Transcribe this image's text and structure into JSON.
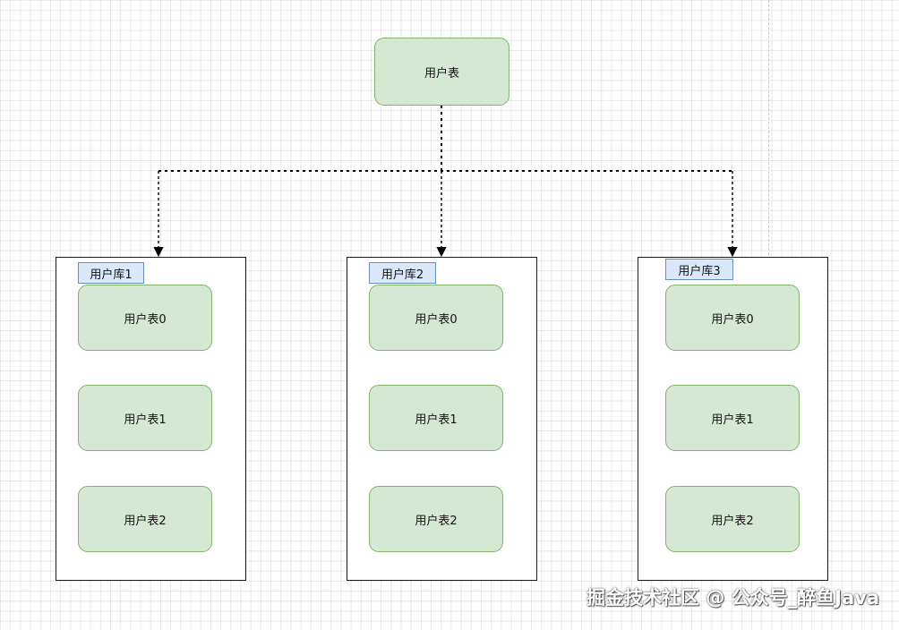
{
  "top_table": {
    "label": "用户表"
  },
  "databases": [
    {
      "label": "用户库1",
      "tables": [
        "用户表0",
        "用户表1",
        "用户表2"
      ]
    },
    {
      "label": "用户库2",
      "tables": [
        "用户表0",
        "用户表1",
        "用户表2"
      ]
    },
    {
      "label": "用户库3",
      "tables": [
        "用户表0",
        "用户表1",
        "用户表2"
      ]
    }
  ],
  "watermark": "掘金技术社区 @ 公众号_醉鱼Java",
  "colors": {
    "table_fill": "#d5e8d4",
    "table_border": "#82b366",
    "db_label_fill": "#dae8fc",
    "db_label_border": "#6c8ebf",
    "connector": "#000000"
  }
}
